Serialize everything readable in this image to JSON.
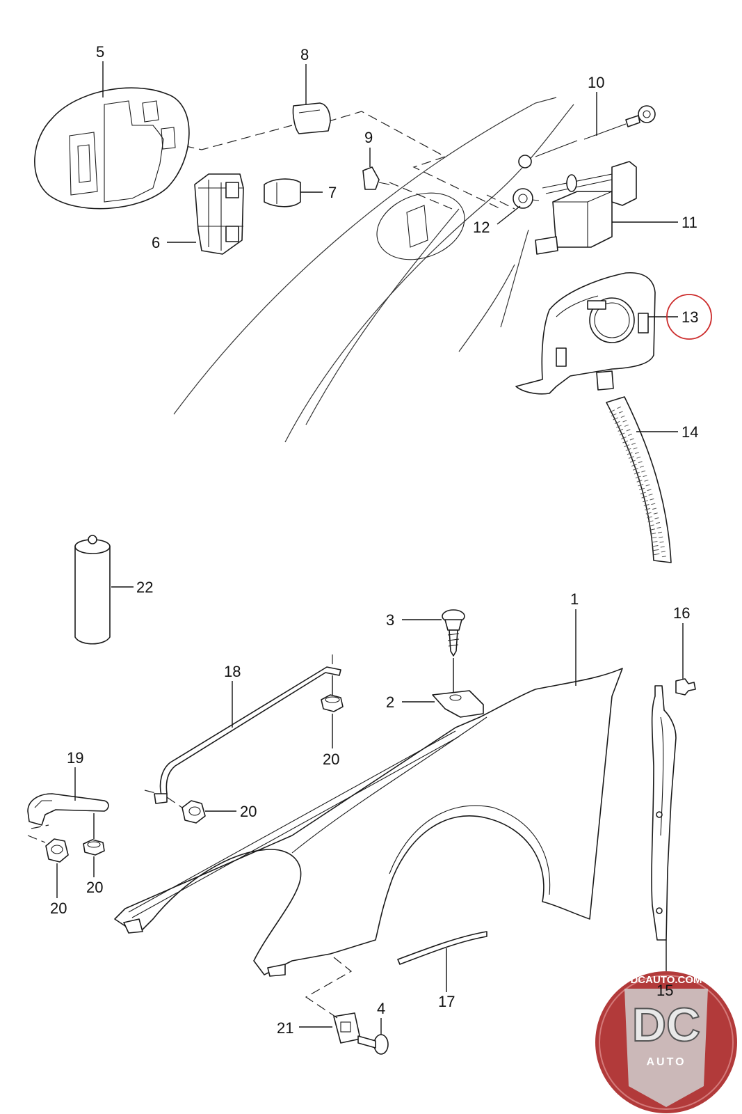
{
  "diagram": {
    "callouts": {
      "c1": "1",
      "c2": "2",
      "c3": "3",
      "c4": "4",
      "c5": "5",
      "c6": "6",
      "c7": "7",
      "c8": "8",
      "c9": "9",
      "c10": "10",
      "c11": "11",
      "c12": "12",
      "c13": "13",
      "c14": "14",
      "c15": "15",
      "c16": "16",
      "c17": "17",
      "c18": "18",
      "c19": "19",
      "c20a": "20",
      "c20b": "20",
      "c20c": "20",
      "c20d": "20",
      "c21": "21",
      "c22": "22"
    },
    "highlighted_callout": "13",
    "highlight_color": "#cc2b2b"
  },
  "watermark": {
    "site": "DCAUTO.COM",
    "letters": "DC",
    "sub": "AUTO",
    "badge_color": "#b23a3a"
  }
}
